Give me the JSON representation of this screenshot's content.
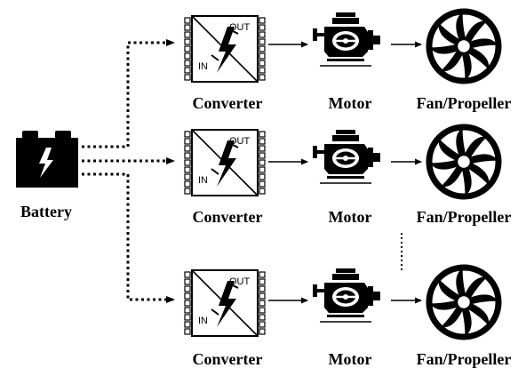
{
  "battery": {
    "label": "Battery",
    "icon": "battery-icon"
  },
  "rows": [
    {
      "converter_label": "Converter",
      "converter_in": "IN",
      "converter_out": "OUT",
      "motor_label": "Motor",
      "fan_label": "Fan/Propeller"
    },
    {
      "converter_label": "Converter",
      "converter_in": "IN",
      "converter_out": "OUT",
      "motor_label": "Motor",
      "fan_label": "Fan/Propeller"
    },
    {
      "converter_label": "Converter",
      "converter_in": "IN",
      "converter_out": "OUT",
      "motor_label": "Motor",
      "fan_label": "Fan/Propeller"
    }
  ],
  "icons": {
    "converter": "converter-icon",
    "motor": "motor-icon",
    "fan": "fan-icon"
  },
  "colors": {
    "stroke": "#000000",
    "background": "#ffffff"
  }
}
